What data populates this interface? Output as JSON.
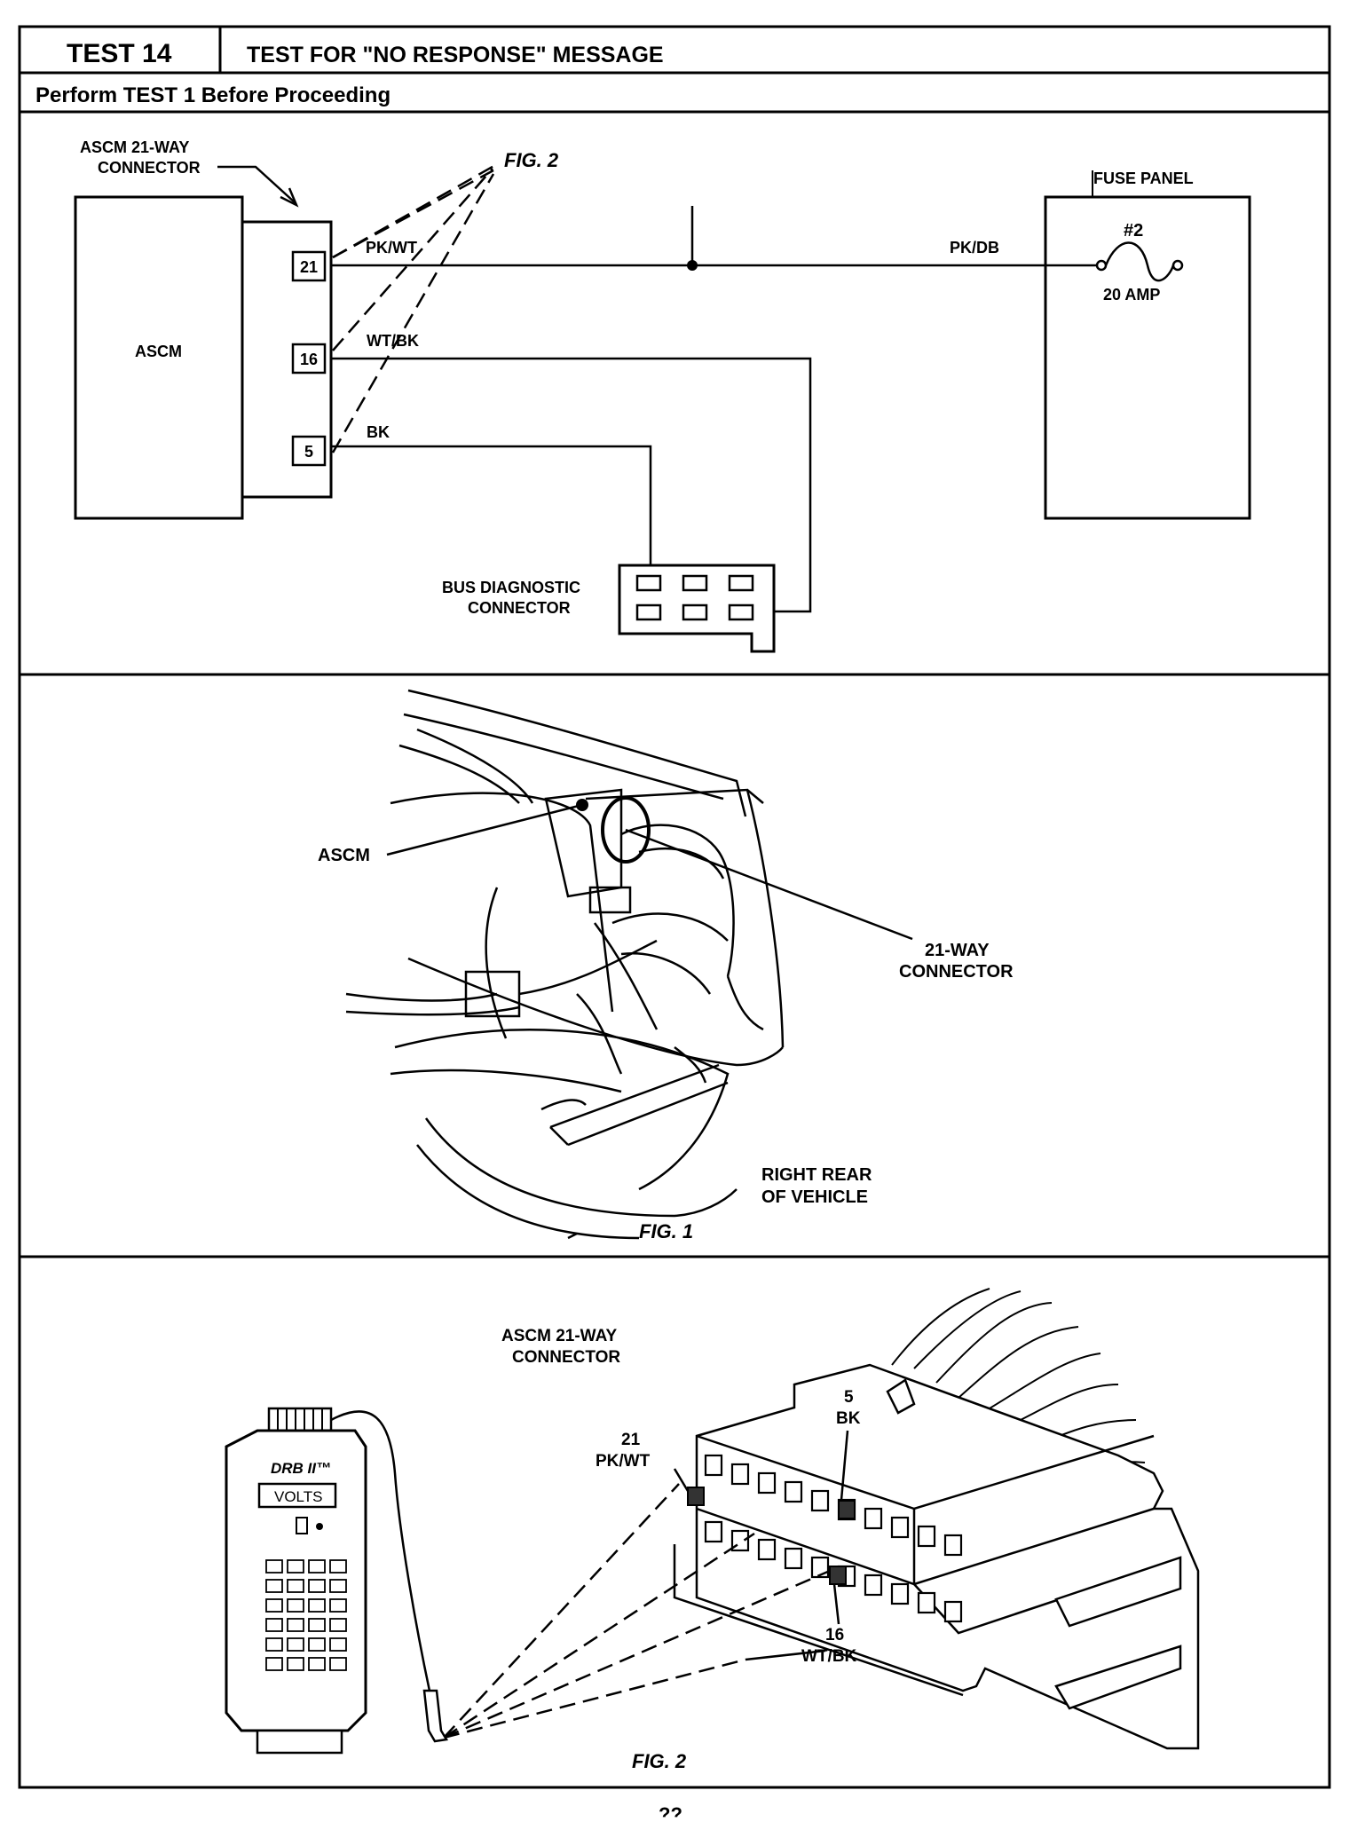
{
  "header": {
    "test_number": "TEST 14",
    "test_title": "TEST FOR \"NO RESPONSE\" MESSAGE",
    "prerequisite": "Perform TEST 1 Before Proceeding"
  },
  "schematic": {
    "connector_label_line1": "ASCM 21-WAY",
    "connector_label_line2": "CONNECTOR",
    "figure_ref": "FIG. 2",
    "module_label": "ASCM",
    "pins": [
      "21",
      "16",
      "5"
    ],
    "wires": [
      "PK/WT",
      "WT/BK",
      "BK",
      "PK/DB"
    ],
    "fuse_panel_label": "FUSE PANEL",
    "fuse_number": "#2",
    "fuse_rating": "20 AMP",
    "bus_label_line1": "BUS DIAGNOSTIC",
    "bus_label_line2": "CONNECTOR"
  },
  "fig1": {
    "ascm_label": "ASCM",
    "connector_label_line1": "21-WAY",
    "connector_label_line2": "CONNECTOR",
    "location_line1": "RIGHT REAR",
    "location_line2": "OF VEHICLE",
    "caption": "FIG. 1"
  },
  "fig2": {
    "connector_label_line1": "ASCM 21-WAY",
    "connector_label_line2": "CONNECTOR",
    "pin21_number": "21",
    "pin21_wire": "PK/WT",
    "pin5_number": "5",
    "pin5_wire": "BK",
    "pin16_number": "16",
    "pin16_wire": "WT/BK",
    "meter_brand": "DRB II™",
    "meter_mode": "VOLTS",
    "caption": "FIG. 2"
  },
  "footer": {
    "page_number": "??"
  }
}
